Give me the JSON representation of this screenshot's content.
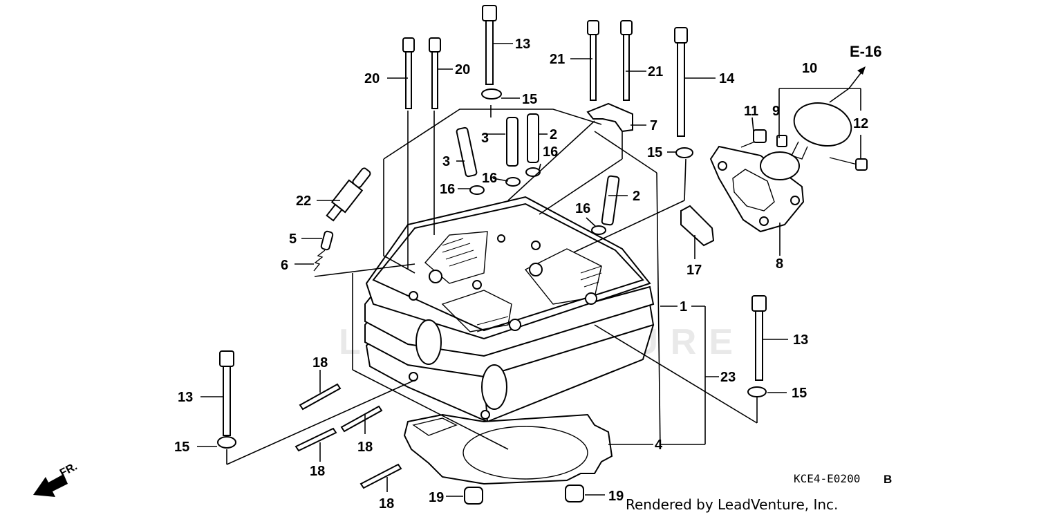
{
  "diagram": {
    "reference_label": "E-16",
    "drawing_code": "KCE4-E0200",
    "drawing_code_suffix": "B",
    "credit": "Rendered by LeadVenture, Inc.",
    "direction_label": "FR.",
    "watermark": "LEADVENTURE",
    "callouts": {
      "c1": "1",
      "c2a": "2",
      "c2b": "2",
      "c3a": "3",
      "c3b": "3",
      "c4": "4",
      "c5": "5",
      "c6": "6",
      "c7": "7",
      "c8": "8",
      "c9": "9",
      "c10": "10",
      "c11": "11",
      "c12": "12",
      "c13a": "13",
      "c13b": "13",
      "c13c": "13",
      "c14": "14",
      "c15a": "15",
      "c15b": "15",
      "c15c": "15",
      "c15d": "15",
      "c16a": "16",
      "c16b": "16",
      "c16c": "16",
      "c16d": "16",
      "c17": "17",
      "c18a": "18",
      "c18b": "18",
      "c18c": "18",
      "c18d": "18",
      "c19a": "19",
      "c19b": "19",
      "c20a": "20",
      "c20b": "20",
      "c21a": "21",
      "c21b": "21",
      "c22": "22",
      "c23": "23"
    }
  }
}
